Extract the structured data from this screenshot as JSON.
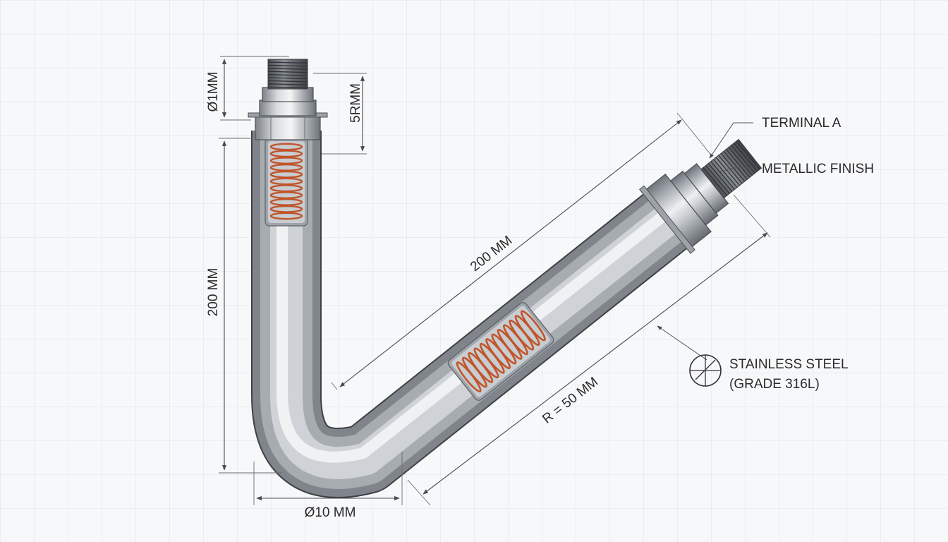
{
  "labels": {
    "dia_top": "Ø1MM",
    "len_top": "5RMM",
    "len_vertical": "200 MM",
    "len_diagonal": "200 MM",
    "radius": "R = 50 MM",
    "dia_bottom": "Ø10 MM",
    "terminal": "TERMINAL A",
    "finish": "METALLIC FINISH",
    "material_line1": "STAINLESS STEEL",
    "material_line2": "(GRADE 316L)"
  },
  "colors": {
    "background": "#f7f8fa",
    "grid": "#dde1e7",
    "steel_dark": "#6f747b",
    "steel_light": "#eef0f2",
    "coil": "#c0552b",
    "line": "#4a4a4a",
    "text": "#2b2b2b"
  }
}
